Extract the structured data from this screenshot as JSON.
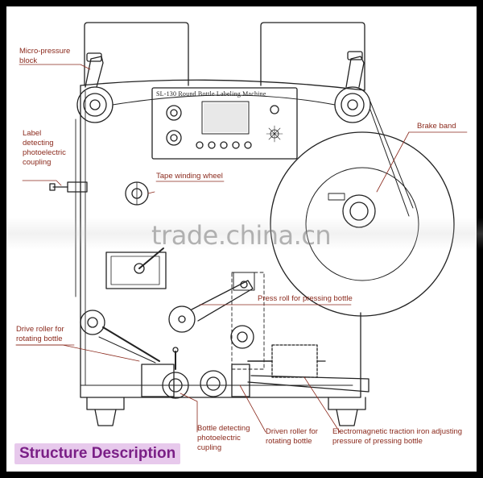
{
  "labels": {
    "micro_pressure_block": "Micro-pressure block",
    "label_detecting": "Label detecting photoelectric coupling",
    "tape_winding_wheel": "Tape winding wheel",
    "brake_band": "Brake band",
    "press_roll": "Press roll for pressing bottle",
    "drive_roller": "Drive roller for rotating bottle",
    "bottle_detecting": "Bottle detecting photoelectric cupling",
    "driven_roller": "Driven roller for rotating bottle",
    "electromagnetic": "Electromagnetic traction iron adjusting pressure of pressing bottle"
  },
  "lines": {
    "micro_1": "Micro-pressure",
    "micro_2": "block",
    "label_1": "Label",
    "label_2": "detecting",
    "label_3": "photoelectric",
    "label_4": "coupling",
    "drive_1": "Drive roller for",
    "drive_2": "rotating bottle",
    "bottle_1": "Bottle detecting",
    "bottle_2": "photoelectric",
    "bottle_3": "cupling",
    "driven_1": "Driven roller for",
    "driven_2": "rotating bottle",
    "electro_1": "Electromagnetic traction iron adjusting",
    "electro_2": "pressure of pressing bottle"
  },
  "panel": {
    "title": "SL-130 Round Bottle Labeling Machine"
  },
  "watermark": "trade.china.cn",
  "caption": "Structure Description",
  "colors": {
    "label_text": "#8b2a1d",
    "caption_text": "#7a1f86",
    "caption_bg": "#e7c9ec",
    "frame": "#000000"
  }
}
